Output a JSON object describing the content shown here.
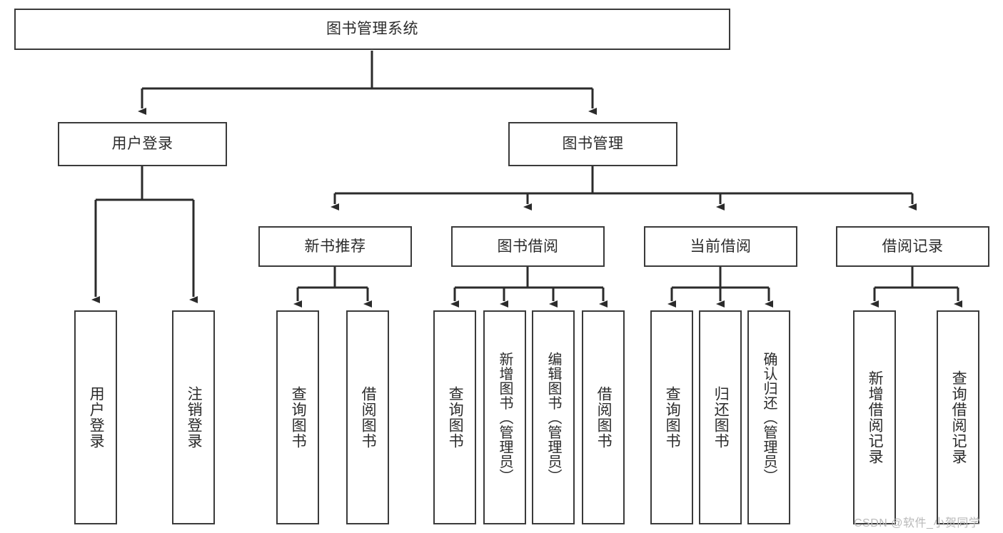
{
  "diagram": {
    "title": "图书管理系统",
    "type": "hierarchy-tree",
    "colors": {
      "box_border": "#3a3a3a",
      "box_fill": "#ffffff",
      "connector": "#2b2b2b",
      "text": "#2b2b2b",
      "watermark": "#b9b9b9"
    },
    "levels": [
      {
        "level": 0,
        "nodes": [
          {
            "id": "root",
            "label": "图书管理系统",
            "orientation": "horizontal"
          }
        ]
      },
      {
        "level": 1,
        "nodes": [
          {
            "id": "user-login",
            "label": "用户登录",
            "orientation": "horizontal"
          },
          {
            "id": "book-mgmt",
            "label": "图书管理",
            "orientation": "horizontal"
          }
        ]
      },
      {
        "level": 2,
        "nodes": [
          {
            "id": "new-book-rec",
            "label": "新书推荐",
            "orientation": "horizontal"
          },
          {
            "id": "book-borrow",
            "label": "图书借阅",
            "orientation": "horizontal"
          },
          {
            "id": "current-borrow",
            "label": "当前借阅",
            "orientation": "horizontal"
          },
          {
            "id": "borrow-record",
            "label": "借阅记录",
            "orientation": "horizontal"
          }
        ]
      },
      {
        "level": 3,
        "nodes": [
          {
            "id": "leaf-user-login",
            "label": "用户登录",
            "orientation": "vertical",
            "parent": "user-login"
          },
          {
            "id": "leaf-logout",
            "label": "注销登录",
            "orientation": "vertical",
            "parent": "user-login"
          },
          {
            "id": "leaf-query-book-1",
            "label": "查询图书",
            "orientation": "vertical",
            "parent": "new-book-rec"
          },
          {
            "id": "leaf-borrow-book-1",
            "label": "借阅图书",
            "orientation": "vertical",
            "parent": "new-book-rec"
          },
          {
            "id": "leaf-query-book-2",
            "label": "查询图书",
            "orientation": "vertical",
            "parent": "book-borrow"
          },
          {
            "id": "leaf-add-book",
            "label": "新增图书（管理员）",
            "orientation": "vertical",
            "parent": "book-borrow"
          },
          {
            "id": "leaf-edit-book",
            "label": "编辑图书（管理员）",
            "orientation": "vertical",
            "parent": "book-borrow"
          },
          {
            "id": "leaf-borrow-book-2",
            "label": "借阅图书",
            "orientation": "vertical",
            "parent": "book-borrow"
          },
          {
            "id": "leaf-query-book-3",
            "label": "查询图书",
            "orientation": "vertical",
            "parent": "current-borrow"
          },
          {
            "id": "leaf-return-book",
            "label": "归还图书",
            "orientation": "vertical",
            "parent": "current-borrow"
          },
          {
            "id": "leaf-confirm-return",
            "label": "确认归还（管理员）",
            "orientation": "vertical",
            "parent": "current-borrow"
          },
          {
            "id": "leaf-add-record",
            "label": "新增借阅记录",
            "orientation": "vertical",
            "parent": "borrow-record"
          },
          {
            "id": "leaf-query-record",
            "label": "查询借阅记录",
            "orientation": "vertical",
            "parent": "borrow-record"
          }
        ]
      }
    ]
  },
  "watermark": {
    "text": "CSDN @软件_小贺同学"
  }
}
